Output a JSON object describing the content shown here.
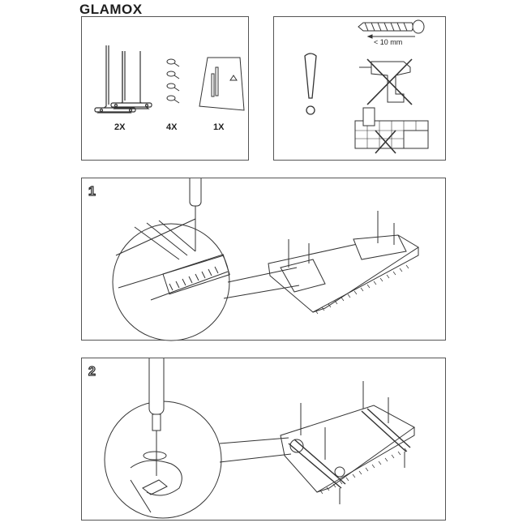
{
  "brand": "GLAMOX",
  "parts": {
    "legs_qty": "2X",
    "screws_qty": "4X",
    "template_qty": "1X"
  },
  "warning": {
    "screw_length": "< 10 mm",
    "icons": [
      "exclamation-icon",
      "screw-icon",
      "drill-crossed-icon",
      "bathroom-crossed-icon"
    ]
  },
  "steps": {
    "step1_number": "1",
    "step2_number": "2"
  }
}
